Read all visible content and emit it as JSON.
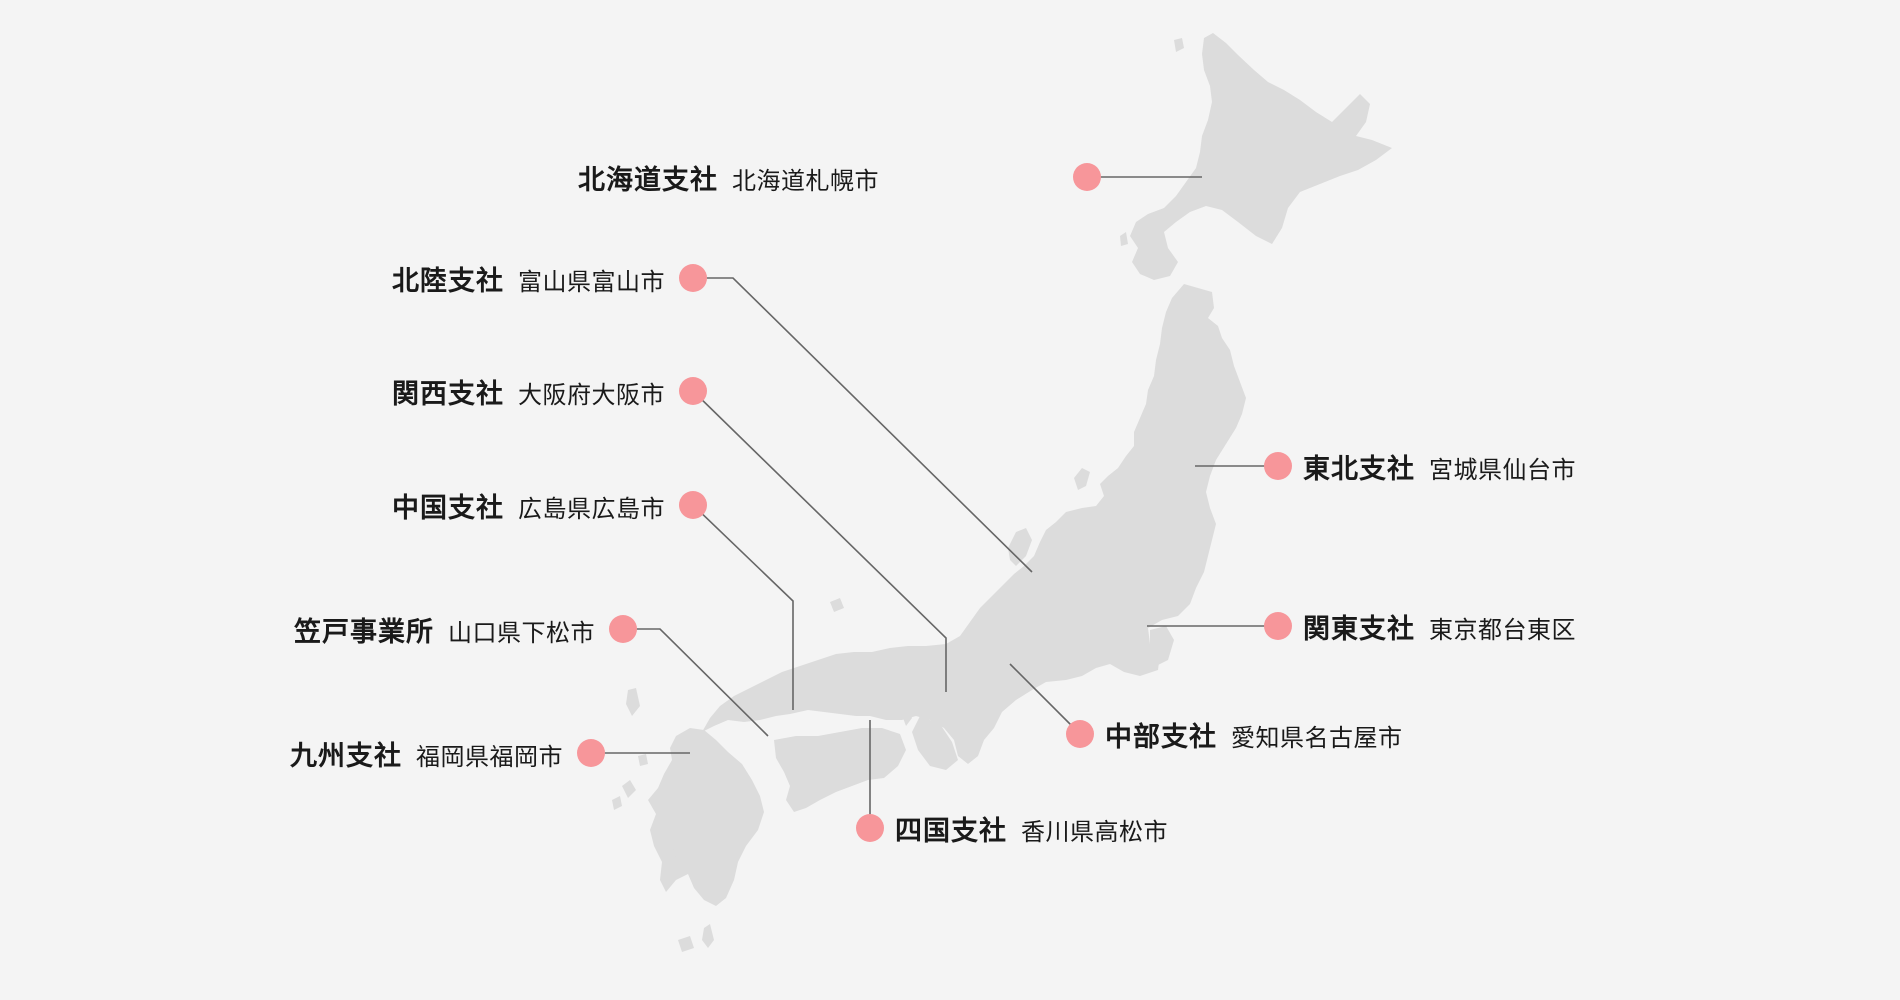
{
  "offices": {
    "hokkaido": {
      "name": "北海道支社",
      "city": "北海道札幌市"
    },
    "hokuriku": {
      "name": "北陸支社",
      "city": "富山県富山市"
    },
    "kansai": {
      "name": "関西支社",
      "city": "大阪府大阪市"
    },
    "chugoku": {
      "name": "中国支社",
      "city": "広島県広島市"
    },
    "kasado": {
      "name": "笠戸事業所",
      "city": "山口県下松市"
    },
    "kyushu": {
      "name": "九州支社",
      "city": "福岡県福岡市"
    },
    "tohoku": {
      "name": "東北支社",
      "city": "宮城県仙台市"
    },
    "kanto": {
      "name": "関東支社",
      "city": "東京都台東区"
    },
    "chubu": {
      "name": "中部支社",
      "city": "愛知県名古屋市"
    },
    "shikoku": {
      "name": "四国支社",
      "city": "香川県高松市"
    }
  },
  "colors": {
    "background": "#f4f4f4",
    "land": "#dcdcdc",
    "marker": "#f7969a",
    "leader_line": "#666666",
    "text": "#1a1a1a"
  }
}
